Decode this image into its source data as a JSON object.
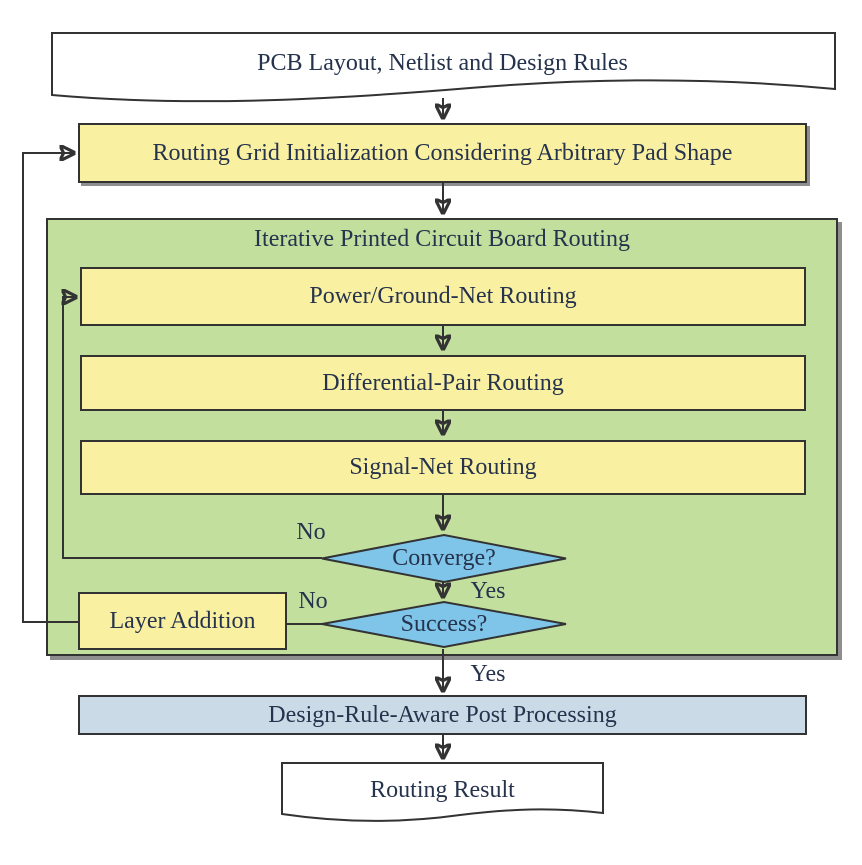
{
  "diagram": {
    "title": "PCB routing flow",
    "nodes": {
      "input_doc": {
        "label": "PCB Layout, Netlist and Design Rules",
        "type": "document"
      },
      "grid_init": {
        "label": "Routing Grid Initialization Considering Arbitrary Pad Shape",
        "type": "process"
      },
      "iterative_group": {
        "label": "Iterative Printed Circuit Board Routing",
        "type": "group"
      },
      "power_ground": {
        "label": "Power/Ground-Net Routing",
        "type": "process"
      },
      "diff_pair": {
        "label": "Differential-Pair Routing",
        "type": "process"
      },
      "signal_net": {
        "label": "Signal-Net Routing",
        "type": "process"
      },
      "converge": {
        "label": "Converge?",
        "type": "decision"
      },
      "success": {
        "label": "Success?",
        "type": "decision"
      },
      "layer_addition": {
        "label": "Layer Addition",
        "type": "process"
      },
      "post_processing": {
        "label": "Design-Rule-Aware Post Processing",
        "type": "process-alt"
      },
      "result_doc": {
        "label": "Routing Result",
        "type": "document"
      }
    },
    "edge_labels": {
      "converge_no": "No",
      "converge_yes": "Yes",
      "success_no": "No",
      "success_yes": "Yes"
    },
    "colors": {
      "process_fill": "#FAF0A2",
      "group_fill": "#C2DF9E",
      "decision_fill": "#7FC5E9",
      "post_fill": "#CBDAE7",
      "document_fill": "#FFFFFF",
      "stroke": "#333333",
      "text": "#26334D",
      "shadow": "#8E8E8E"
    }
  }
}
